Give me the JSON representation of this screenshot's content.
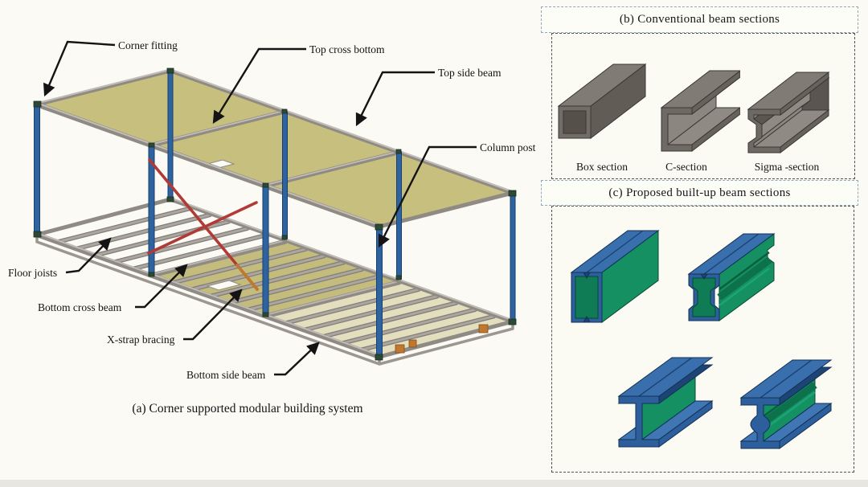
{
  "panel_a": {
    "caption": "(a) Corner supported modular building system",
    "labels": {
      "corner_fitting": "Corner fitting",
      "top_cross_bottom": "Top cross bottom",
      "top_side_beam": "Top side beam",
      "column_post": "Column post",
      "floor_joists": "Floor joists",
      "bottom_cross_beam": "Bottom cross beam",
      "x_strap_bracing": "X-strap bracing",
      "bottom_side_beam": "Bottom side beam"
    }
  },
  "panel_b": {
    "title": "(b) Conventional beam sections",
    "sections": [
      {
        "label": "Box section"
      },
      {
        "label": "C-section"
      },
      {
        "label": "Sigma -section"
      }
    ]
  },
  "panel_c": {
    "title": "(c) Proposed built-up beam sections"
  },
  "colors": {
    "roof_khaki": "#c6bf7d",
    "column_blue": "#2e639f",
    "frame_gray": "#9b968f",
    "brace_red": "#b13a36",
    "conventional_gray": "#6f6a64",
    "builtup_blue": "#3568a8",
    "builtup_green": "#149063"
  }
}
